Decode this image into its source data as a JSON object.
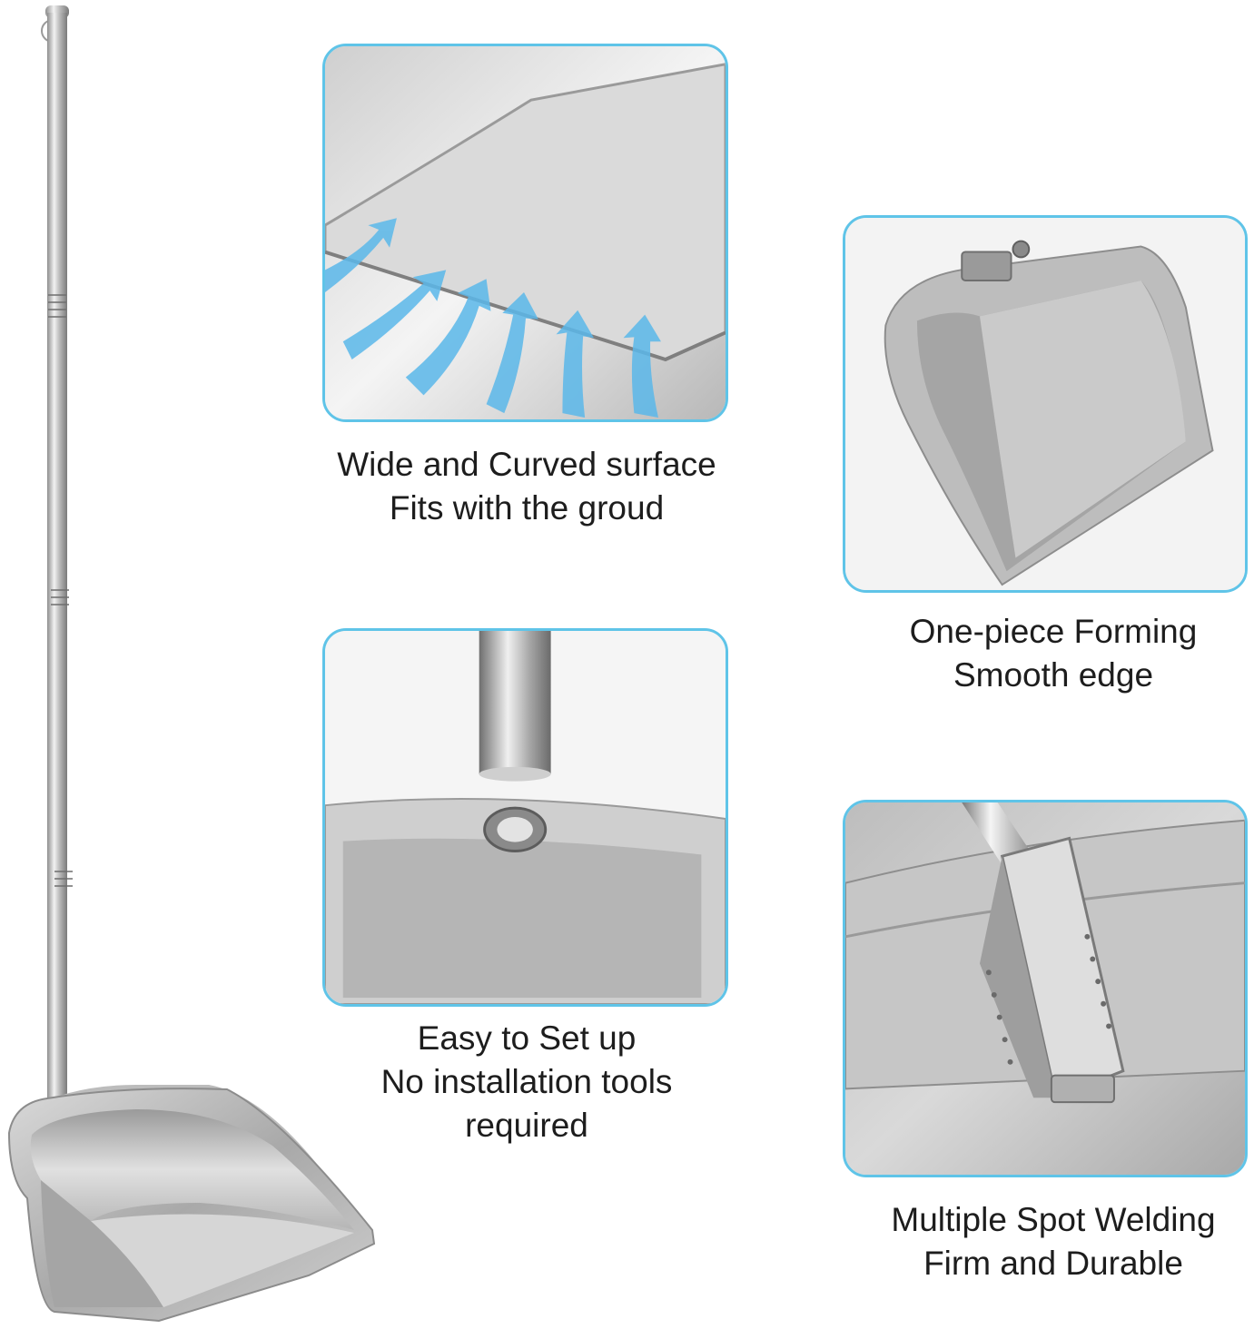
{
  "accent_color": "#5fc4e8",
  "features": [
    {
      "icon": "curved-surface-arrows",
      "line1": "Wide and Curved surface",
      "line2": "Fits with the groud"
    },
    {
      "icon": "one-piece-pan",
      "line1": "One-piece Forming",
      "line2": "Smooth edge"
    },
    {
      "icon": "handle-socket",
      "line1": "Easy to Set up",
      "line2": "No installation tools",
      "line3": "required"
    },
    {
      "icon": "spot-weld",
      "line1": "Multiple Spot Welding",
      "line2": "Firm and Durable"
    }
  ]
}
